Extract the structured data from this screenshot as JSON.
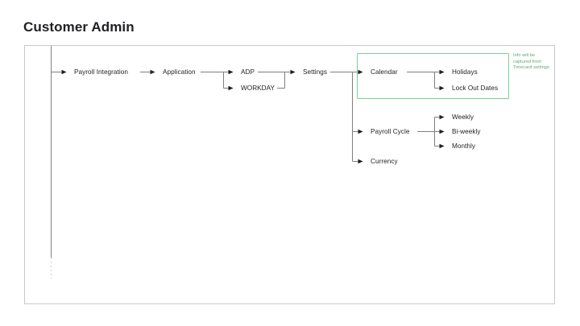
{
  "page": {
    "title": "Customer Admin"
  },
  "colors": {
    "frame_border": "#c8c8c8",
    "connector": "#7f7f7f",
    "arrow": "#1f1f1f",
    "text": "#1f1f1f",
    "highlight_green": "#77d293",
    "note_green": "#5fa86f",
    "background": "#ffffff"
  },
  "diagram": {
    "type": "flowchart",
    "orientation": "left-to-right",
    "root_rail_label": "",
    "nodes": [
      {
        "id": "payroll-integration",
        "label": "Payroll Integration",
        "level": 1
      },
      {
        "id": "application",
        "label": "Application",
        "level": 2
      },
      {
        "id": "adp",
        "label": "ADP",
        "level": 3
      },
      {
        "id": "workday",
        "label": "WORKDAY",
        "level": 3
      },
      {
        "id": "settings",
        "label": "Settings",
        "level": 4
      },
      {
        "id": "calendar",
        "label": "Calendar",
        "level": 5
      },
      {
        "id": "payroll-cycle",
        "label": "Payroll Cycle",
        "level": 5
      },
      {
        "id": "currency",
        "label": "Currency",
        "level": 5
      },
      {
        "id": "holidays",
        "label": "Holidays",
        "level": 6
      },
      {
        "id": "lock-out-dates",
        "label": "Lock Out Dates",
        "level": 6
      },
      {
        "id": "weekly",
        "label": "Weekly",
        "level": 6
      },
      {
        "id": "bi-weekly",
        "label": "Bi-weekly",
        "level": 6
      },
      {
        "id": "monthly",
        "label": "Monthly",
        "level": 6
      }
    ],
    "edges": [
      {
        "from": "rail",
        "to": "payroll-integration"
      },
      {
        "from": "payroll-integration",
        "to": "application"
      },
      {
        "from": "application",
        "to": "adp"
      },
      {
        "from": "application",
        "to": "workday"
      },
      {
        "from": "adp",
        "to": "settings"
      },
      {
        "from": "workday",
        "to": "settings"
      },
      {
        "from": "settings",
        "to": "calendar"
      },
      {
        "from": "settings",
        "to": "payroll-cycle"
      },
      {
        "from": "settings",
        "to": "currency"
      },
      {
        "from": "calendar",
        "to": "holidays"
      },
      {
        "from": "calendar",
        "to": "lock-out-dates"
      },
      {
        "from": "payroll-cycle",
        "to": "weekly"
      },
      {
        "from": "payroll-cycle",
        "to": "bi-weekly"
      },
      {
        "from": "payroll-cycle",
        "to": "monthly"
      }
    ],
    "highlight": {
      "label": "calendar-group",
      "covers": [
        "calendar",
        "holidays",
        "lock-out-dates"
      ]
    },
    "annotation": {
      "line1": "Info will be",
      "line2": "captured from",
      "line3": "Timecard settings"
    }
  }
}
